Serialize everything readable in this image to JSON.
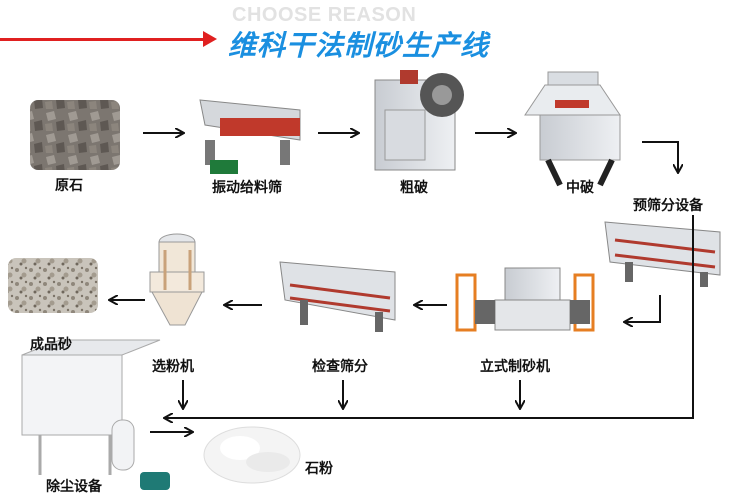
{
  "header": {
    "background_text": "CHOOSE REASON",
    "title": "维科干法制砂生产线",
    "title_color": "#1a8fe0",
    "accent_color": "#e02020"
  },
  "steps": [
    {
      "id": "raw",
      "label": "原石"
    },
    {
      "id": "feeder",
      "label": "振动给料筛"
    },
    {
      "id": "coarse",
      "label": "粗破"
    },
    {
      "id": "medium",
      "label": "中破"
    },
    {
      "id": "prescreen",
      "label": "预筛分设备"
    },
    {
      "id": "sandmaker",
      "label": "立式制砂机"
    },
    {
      "id": "inspect",
      "label": "检查筛分"
    },
    {
      "id": "classifier",
      "label": "选粉机"
    },
    {
      "id": "product",
      "label": "成品砂"
    },
    {
      "id": "dust",
      "label": "除尘设备"
    },
    {
      "id": "powder",
      "label": "石粉"
    }
  ]
}
